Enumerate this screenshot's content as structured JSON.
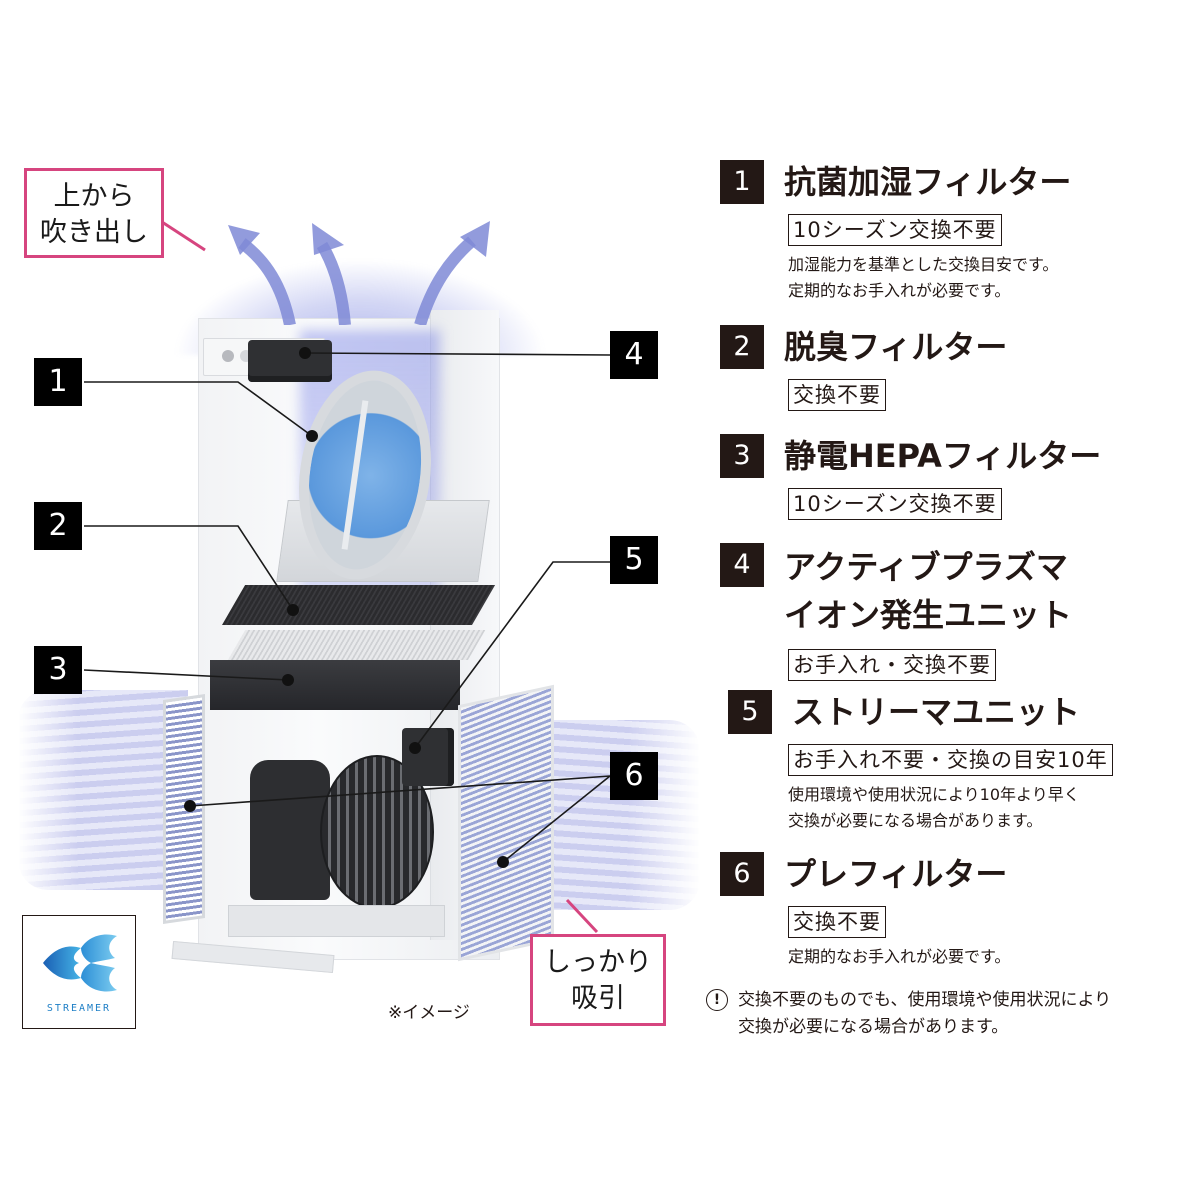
{
  "callouts": {
    "top_outflow": "上から\n吹き出し",
    "top_outflow_lines": [
      "上から",
      "吹き出し"
    ],
    "bottom_intake_lines": [
      "しっかり",
      "吸引"
    ]
  },
  "diagram_badges": [
    "1",
    "2",
    "3",
    "4",
    "5",
    "6"
  ],
  "image_note": "※イメージ",
  "logo": {
    "label": "STREAMER",
    "colors": {
      "dark": "#1a5fb4",
      "light": "#46b4e6"
    }
  },
  "legend": [
    {
      "num": "1",
      "title": "抗菌加湿フィルター",
      "tag": "10シーズン交換不要",
      "desc": [
        "加湿能力を基準とした交換目安です。",
        "定期的なお手入れが必要です。"
      ]
    },
    {
      "num": "2",
      "title": "脱臭フィルター",
      "tag": "交換不要",
      "desc": []
    },
    {
      "num": "3",
      "title": "静電HEPAフィルター",
      "tag": "10シーズン交換不要",
      "desc": []
    },
    {
      "num": "4",
      "title_lines": [
        "アクティブプラズマ",
        "イオン発生ユニット"
      ],
      "tag": "お手入れ・交換不要",
      "desc": []
    },
    {
      "num": "5",
      "title": "ストリーマユニット",
      "tag": "お手入れ不要・交換の目安10年",
      "desc": [
        "使用環境や使用状況により10年より早く",
        "交換が必要になる場合があります。"
      ]
    },
    {
      "num": "6",
      "title": "プレフィルター",
      "tag": "交換不要",
      "desc": [
        "定期的なお手入れが必要です。"
      ]
    }
  ],
  "footnote": {
    "icon": "!",
    "lines": [
      "交換不要のものでも、使用環境や使用状況により",
      "交換が必要になる場合があります。"
    ]
  },
  "colors": {
    "callout_border": "#d6457f",
    "badge_bg": "#000000",
    "legend_badge_bg": "#231815",
    "airflow": "#7c86d8"
  }
}
